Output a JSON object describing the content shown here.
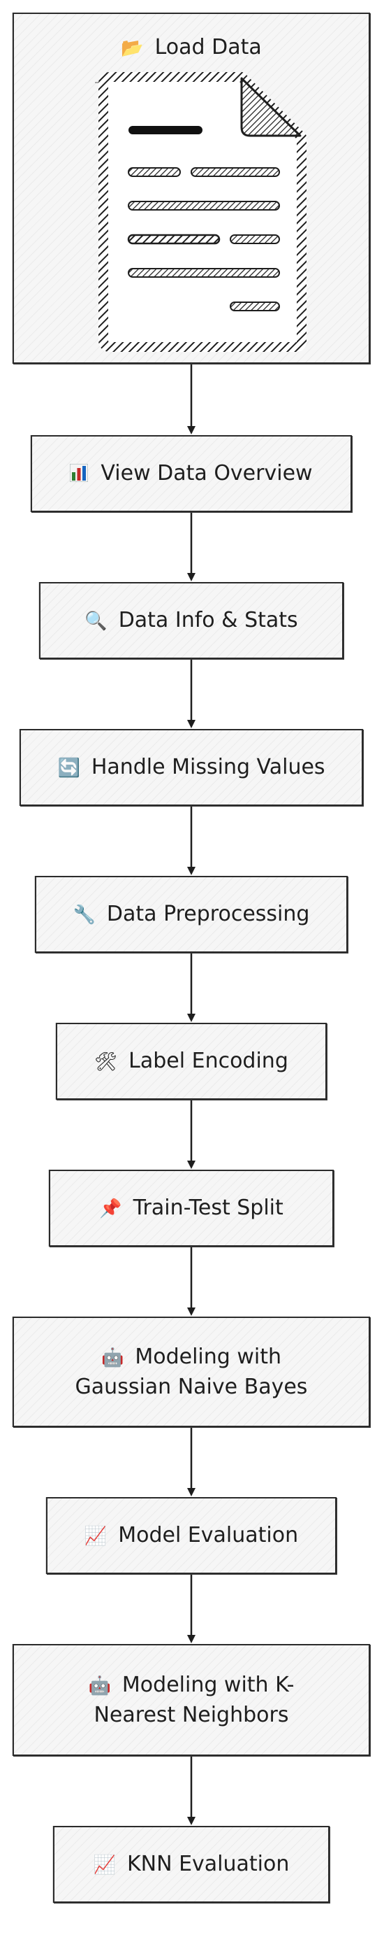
{
  "steps": [
    {
      "icon": "folder-icon",
      "glyph": "📂",
      "label": "Load Data"
    },
    {
      "icon": "bar-chart-icon",
      "glyph": "📊",
      "label": "View Data Overview"
    },
    {
      "icon": "magnifier-icon",
      "glyph": "🔍",
      "label": "Data Info & Stats"
    },
    {
      "icon": "refresh-icon",
      "glyph": "🔄",
      "label": "Handle Missing Values"
    },
    {
      "icon": "wrench-icon",
      "glyph": "🔧",
      "label": "Data Preprocessing"
    },
    {
      "icon": "tools-icon",
      "glyph": "🛠",
      "label": "Label Encoding"
    },
    {
      "icon": "pin-icon",
      "glyph": "📌",
      "label": "Train-Test Split"
    },
    {
      "icon": "robot-icon",
      "glyph": "🤖",
      "label_line1": "Modeling with",
      "label_line2": "Gaussian Naive Bayes"
    },
    {
      "icon": "line-chart-icon",
      "glyph": "📈",
      "label": "Model Evaluation"
    },
    {
      "icon": "robot-icon",
      "glyph": "🤖",
      "label_line1": "Modeling with K-",
      "label_line2": "Nearest Neighbors"
    },
    {
      "icon": "line-chart-icon",
      "glyph": "📈",
      "label": "KNN Evaluation"
    }
  ]
}
